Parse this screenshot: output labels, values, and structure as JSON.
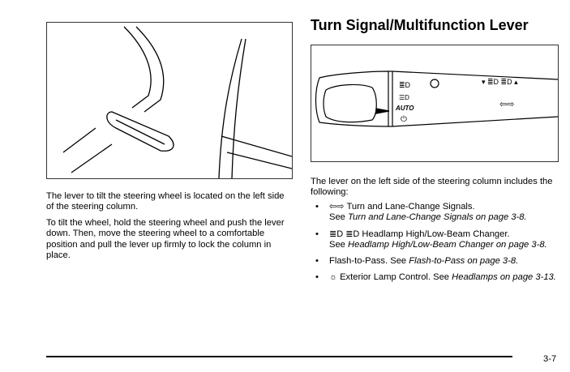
{
  "title": "Turn Signal/Multifunction Lever",
  "left_text": {
    "p1": "The lever to tilt the steering wheel is located on the left side of the steering column.",
    "p2": "To tilt the wheel, hold the steering wheel and push the lever down. Then, move the steering wheel to a comfortable position and pull the lever up firmly to lock the column in place."
  },
  "lever_labels": {
    "auto": "AUTO"
  },
  "intro": "The lever on the left side of the steering column includes the following:",
  "items": [
    {
      "icon": "⇦⇨",
      "text": "Turn and Lane-Change Signals.",
      "see": "See ",
      "ref": "Turn and Lane-Change Signals on page 3-8."
    },
    {
      "icon": "≣D ≣D",
      "text": "Headlamp High/Low-Beam Changer.",
      "see": "See ",
      "ref": "Headlamp High/Low-Beam Changer on page 3-8."
    },
    {
      "text": "Flash-to-Pass. See ",
      "ref": "Flash-to-Pass on page 3-8."
    },
    {
      "icon": "☼",
      "text": "Exterior Lamp Control. See ",
      "ref": "Headlamps on page 3-13."
    }
  ],
  "page_number": "3-7"
}
